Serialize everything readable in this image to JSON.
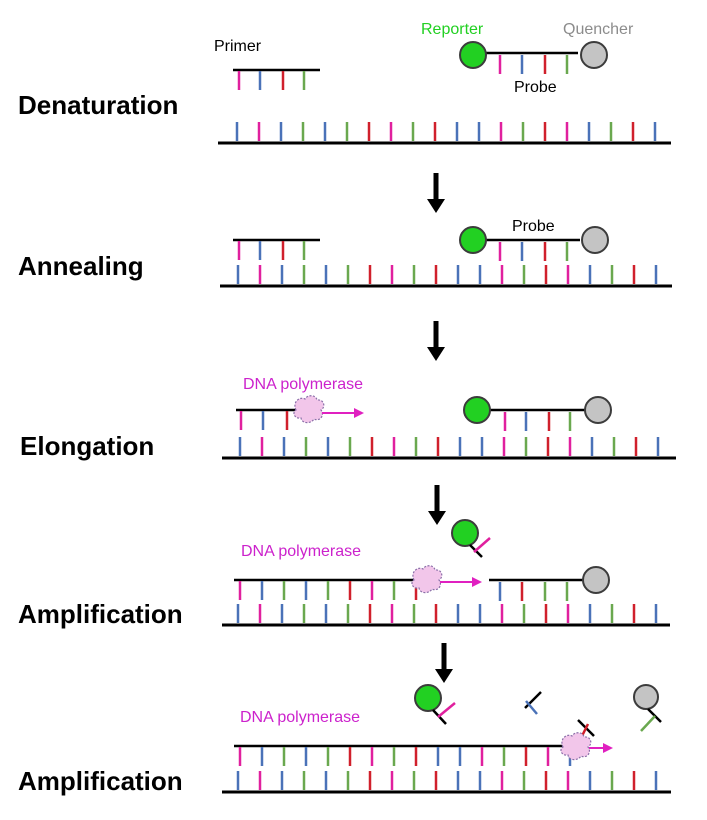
{
  "stages": [
    {
      "label": "Denaturation"
    },
    {
      "label": "Annealing"
    },
    {
      "label": "Elongation"
    },
    {
      "label": "Amplification"
    },
    {
      "label": "Amplification"
    }
  ],
  "labels": {
    "primer": "Primer",
    "reporter": "Reporter",
    "quencher": "Quencher",
    "probe": "Probe",
    "dna_polymerase": "DNA polymerase"
  },
  "colors": {
    "backbone": "#000000",
    "magenta": "#e0209e",
    "blue": "#4a72b8",
    "green": "#6aa84f",
    "red": "#d0202c",
    "reporter": "#22d022",
    "quencher": "#c4c4c4",
    "reporter_label": "#22d022",
    "quencher_label": "#8c8c8c",
    "polymerase_label": "#cc22cc",
    "polymerase_fill": "#f2c6ea",
    "arrow": "#e020c0"
  },
  "template_base_sequence": [
    "blue",
    "magenta",
    "blue",
    "green",
    "blue",
    "green",
    "red",
    "magenta",
    "green",
    "red",
    "blue",
    "blue",
    "magenta",
    "green",
    "red",
    "magenta",
    "blue",
    "green",
    "red"
  ],
  "primer_sequence": [
    "magenta",
    "blue",
    "red",
    "green"
  ],
  "probe_sequence": [
    "magenta",
    "blue",
    "red",
    "green"
  ],
  "icons": {
    "down_arrow": "down-arrow-icon",
    "reporter": "reporter-dye-icon",
    "quencher": "quencher-dye-icon",
    "polymerase": "polymerase-blob-icon"
  }
}
